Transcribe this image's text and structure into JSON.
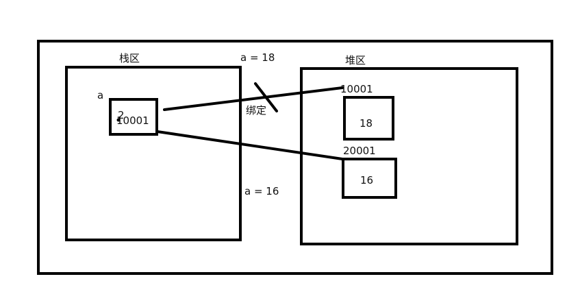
{
  "stack": {
    "title": "栈区",
    "var_name": "a",
    "cell_value": "10001",
    "overwrite_mark": "2"
  },
  "heap": {
    "title": "堆区",
    "blocks": [
      {
        "address": "10001",
        "value": "18"
      },
      {
        "address": "20001",
        "value": "16"
      }
    ]
  },
  "annotations": {
    "assign_first": "a = 18",
    "assign_second": "a = 16",
    "binding_label": "绑定"
  },
  "colors": {
    "ink": "#000000",
    "background": "#ffffff"
  }
}
